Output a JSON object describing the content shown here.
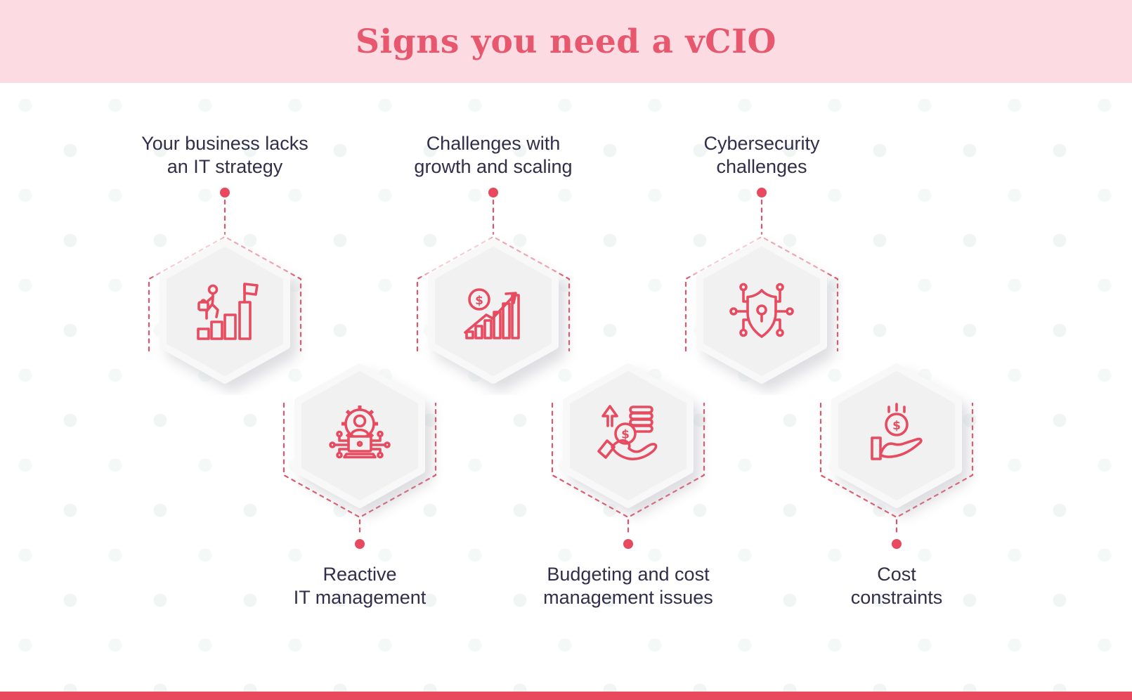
{
  "header": {
    "title": "Signs you need a vCIO"
  },
  "items": [
    {
      "id": "it-strategy",
      "line1": "Your business lacks",
      "line2": "an IT strategy",
      "icon": "career-ladder-flag-icon",
      "row": "top"
    },
    {
      "id": "growth-scaling",
      "line1": "Challenges with",
      "line2": "growth and scaling",
      "icon": "growth-chart-dollar-icon",
      "row": "top"
    },
    {
      "id": "cybersecurity",
      "line1": "Cybersecurity",
      "line2": "challenges",
      "icon": "shield-circuit-icon",
      "row": "top"
    },
    {
      "id": "reactive-it",
      "line1": "Reactive",
      "line2": "IT management",
      "icon": "gear-user-laptop-icon",
      "row": "bottom"
    },
    {
      "id": "budgeting",
      "line1": "Budgeting and cost",
      "line2": "management issues",
      "icon": "hand-coins-arrow-icon",
      "row": "bottom"
    },
    {
      "id": "cost-constraints",
      "line1": "Cost",
      "line2": "constraints",
      "icon": "hand-dollar-coin-icon",
      "row": "bottom"
    }
  ],
  "colors": {
    "accent": "#e8495f",
    "icon_stroke": "#e64b60",
    "dashed_line": "#dc5268",
    "header_bg": "#fcdbe2",
    "title_text": "#e7586f",
    "label_text": "#332d4a",
    "card_fill": "#f1f1f2",
    "footer_bar": "#e8495f",
    "background": "#ffffff"
  }
}
